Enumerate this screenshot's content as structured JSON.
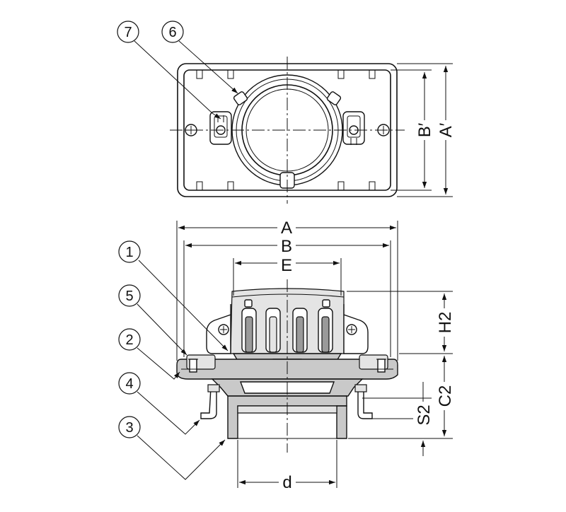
{
  "dimensions": {
    "a": "A",
    "b": "B",
    "e": "E",
    "a_prime": "A′",
    "b_prime": "B′",
    "h2": "H2",
    "c2": "C2",
    "s2": "S2",
    "d": "d"
  },
  "callouts": {
    "c1": "1",
    "c2": "2",
    "c3": "3",
    "c4": "4",
    "c5": "5",
    "c6": "6",
    "c7": "7"
  }
}
